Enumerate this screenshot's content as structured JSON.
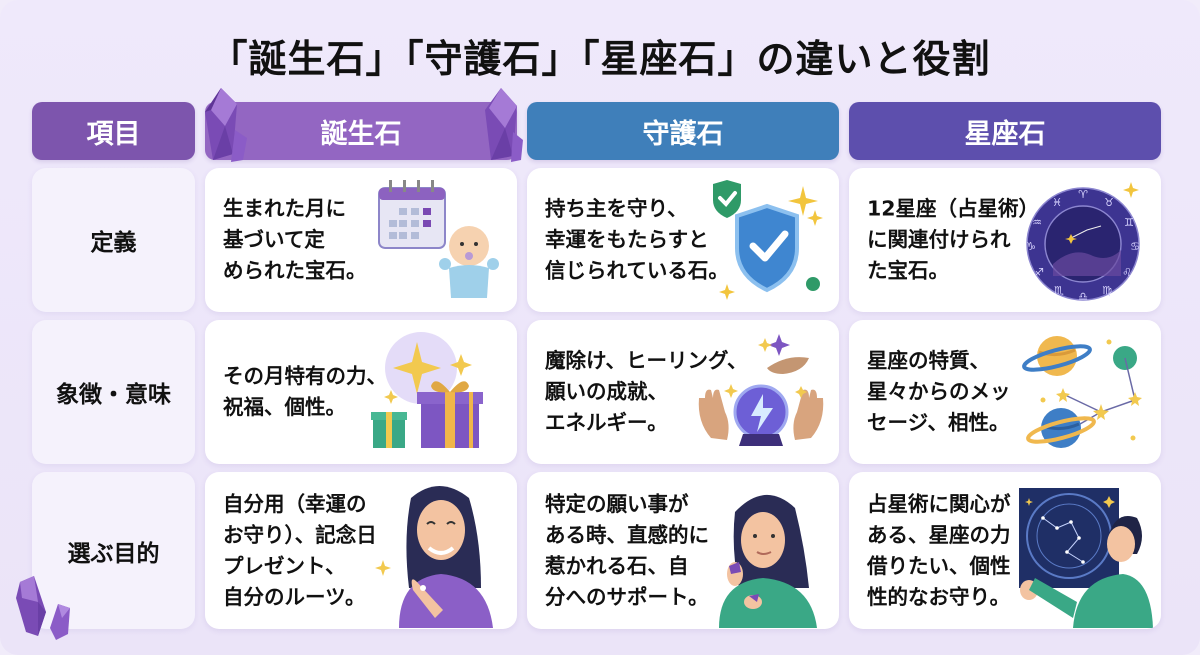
{
  "title": "「誕生石」「守護石」「星座石」の違いと役割",
  "headers": {
    "item": "項目",
    "birthstone": "誕生石",
    "guardian": "守護石",
    "zodiac": "星座石"
  },
  "colors": {
    "item_header": "#7d55ad",
    "birthstone_header": "#9366c2",
    "guardian_header": "#3f7fba",
    "zodiac_header": "#5d4fad",
    "background": "#efe9fb"
  },
  "rows": [
    {
      "label": "定義",
      "birthstone": "生まれた月に\n基づいて定\nめられた宝石。",
      "guardian": "持ち主を守り、\n幸運をもたらすと\n信じられている石。",
      "zodiac": "12星座（占星術）\nに関連付けられ\nた宝石。",
      "icons": [
        "calendar-baby-icon",
        "shield-check-icon",
        "zodiac-wheel-icon"
      ]
    },
    {
      "label": "象徴・意味",
      "birthstone": "その月特有の力、\n祝福、個性。",
      "guardian": "魔除け、ヒーリング、\n願いの成就、\nエネルギー。",
      "zodiac": "星座の特質、\n星々からのメッ\nセージ、相性。",
      "icons": [
        "gift-sparkle-icon",
        "crystal-ball-hands-icon",
        "planets-constellation-icon"
      ]
    },
    {
      "label": "選ぶ目的",
      "birthstone": "自分用（幸運の\nお守り）、記念日\nプレゼント、\n自分のルーツ。",
      "guardian": "特定の願い事が\nある時、直感的に\n惹かれる石、自\n分へのサポート。",
      "zodiac": "占星術に関心が\nある、星座の力\n借りたい、個性\n性的なお守り。",
      "icons": [
        "woman-smiling-ring-icon",
        "woman-holding-stone-icon",
        "man-star-chart-icon"
      ]
    }
  ]
}
